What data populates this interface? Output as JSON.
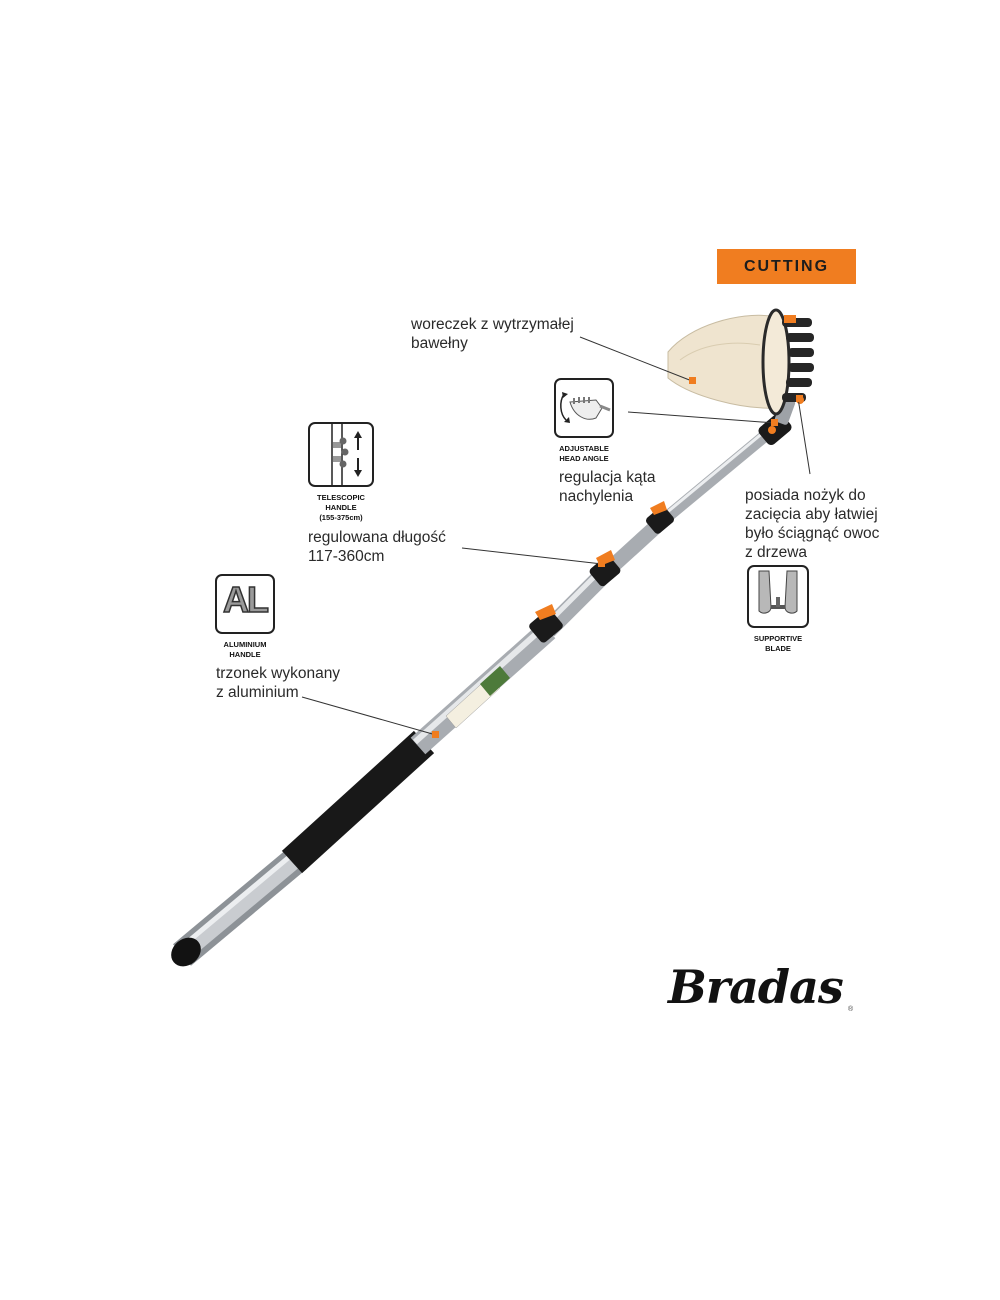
{
  "badge": "CUTTING",
  "callouts": {
    "bag_line1": "woreczek z wytrzymałej",
    "bag_line2": "bawełny",
    "angle_line1": "regulacja kąta",
    "angle_line2": "nachylenia",
    "length_line1": "regulowana długość",
    "length_line2": "117-360cm",
    "handle_line1": "trzonek wykonany",
    "handle_line2": "z aluminium",
    "blade_line1": "posiada nożyk do",
    "blade_line2": "zacięcia aby łatwiej",
    "blade_line3": "było ściągnąć owoc",
    "blade_line4": "z drzewa"
  },
  "icons": {
    "adjustable": {
      "cap1": "ADJUSTABLE",
      "cap2": "HEAD ANGLE"
    },
    "telescopic": {
      "cap1": "TELESCOPIC",
      "cap2": "HANDLE",
      "cap3": "(155-375cm)"
    },
    "aluminium": {
      "label": "AL",
      "cap1": "ALUMINIUM",
      "cap2": "HANDLE"
    },
    "supportive": {
      "cap1": "SUPPORTIVE",
      "cap2": "BLADE"
    }
  },
  "brand": {
    "logo": "Bradas",
    "registered": "®"
  },
  "colors": {
    "accent": "#f07d20",
    "pole": "#b9bdc2",
    "grip": "#1b1b1b",
    "bag": "#efe4cf"
  }
}
